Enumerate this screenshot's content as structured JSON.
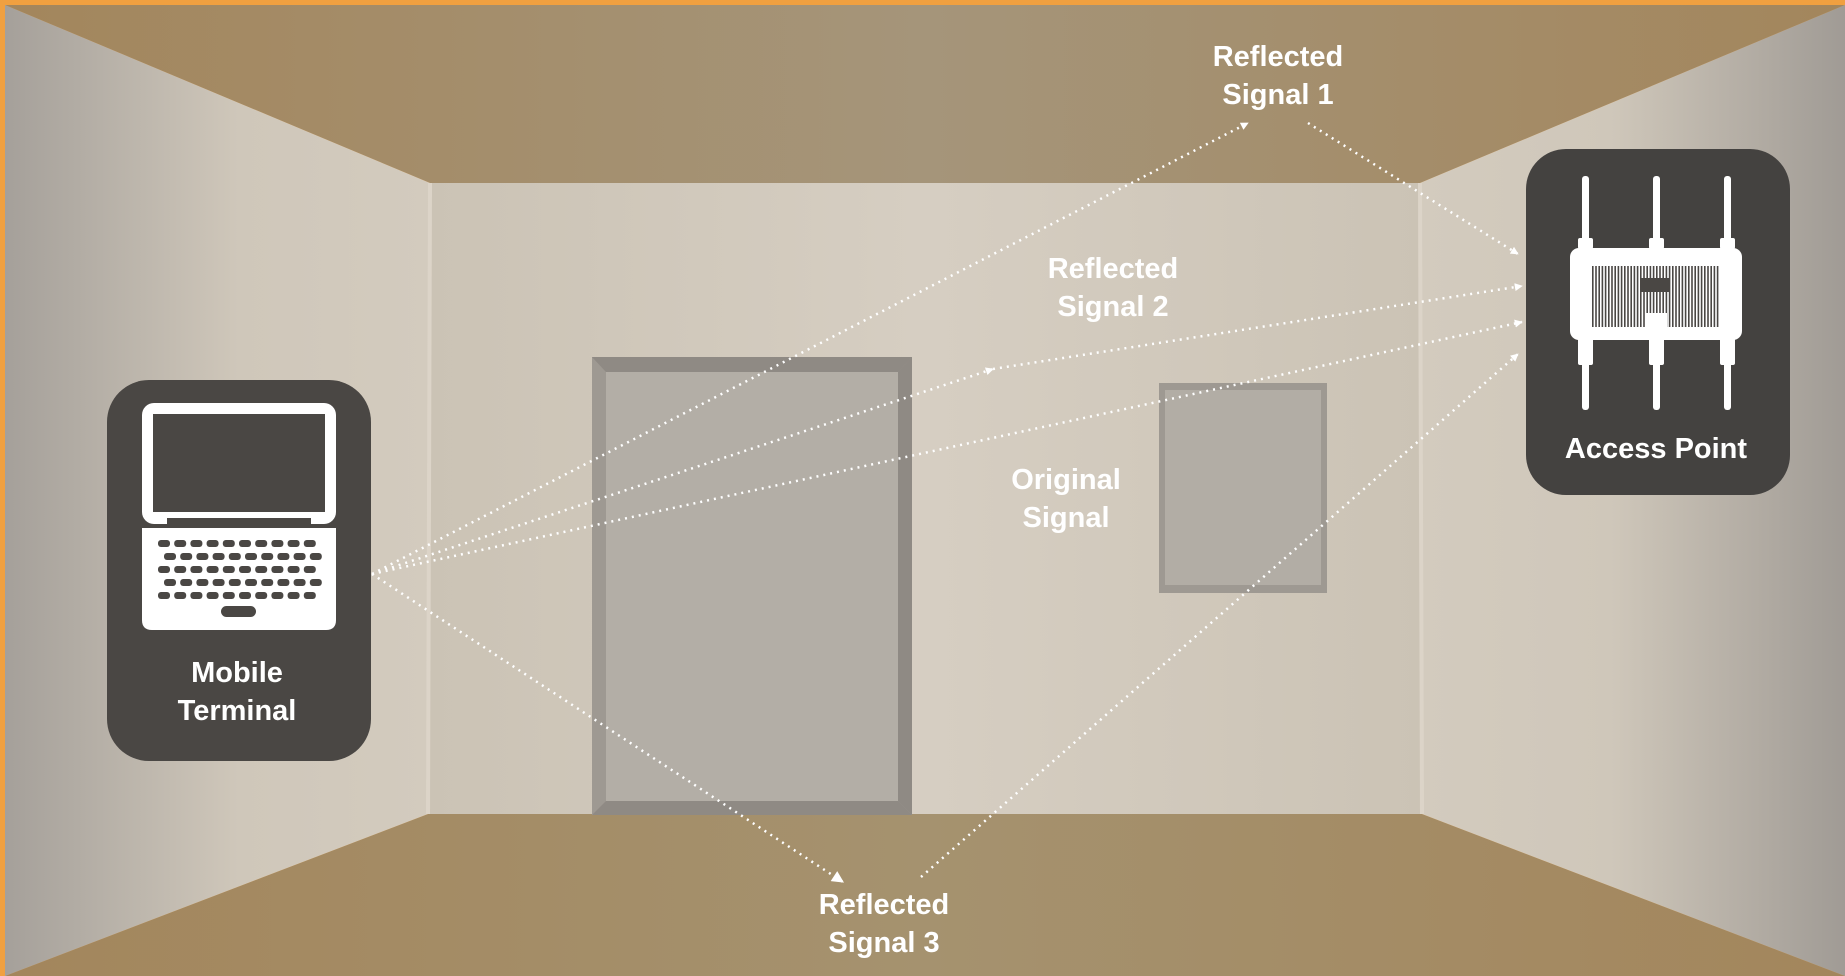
{
  "devices": {
    "mobile_terminal": {
      "line1": "Mobile",
      "line2": "Terminal",
      "icon": "laptop-icon"
    },
    "access_point": {
      "label": "Access Point",
      "icon": "access-point-icon"
    }
  },
  "signals": {
    "reflected_1": {
      "line1": "Reflected",
      "line2": "Signal 1"
    },
    "reflected_2": {
      "line1": "Reflected",
      "line2": "Signal 2"
    },
    "original": {
      "line1": "Original",
      "line2": "Signal"
    },
    "reflected_3": {
      "line1": "Reflected",
      "line2": "Signal 3"
    }
  },
  "colors": {
    "border": "#f0a040",
    "floor_ceiling": "#a68a62",
    "back_wall": "#cfc6b8",
    "side_wall": "#bdb5a8",
    "device_box": "#4a4744",
    "signal_line": "#ffffff"
  }
}
